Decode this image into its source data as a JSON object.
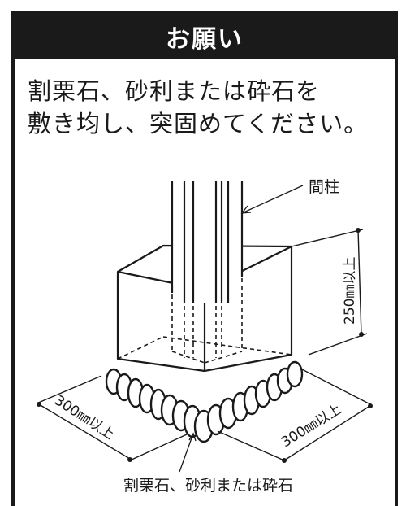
{
  "header": {
    "title": "お願い"
  },
  "instruction": {
    "line1": "割栗石、砂利または砕石を",
    "line2": "敷き均し、突固めてください。"
  },
  "diagram": {
    "post_label": "間柱",
    "height_label": "250㎜以上",
    "left_width_label": "300㎜以上",
    "right_width_label": "300㎜以上",
    "gravel_label": "割栗石、砂利または砕石"
  },
  "colors": {
    "ink": "#1a1a1a",
    "background": "#ffffff"
  }
}
